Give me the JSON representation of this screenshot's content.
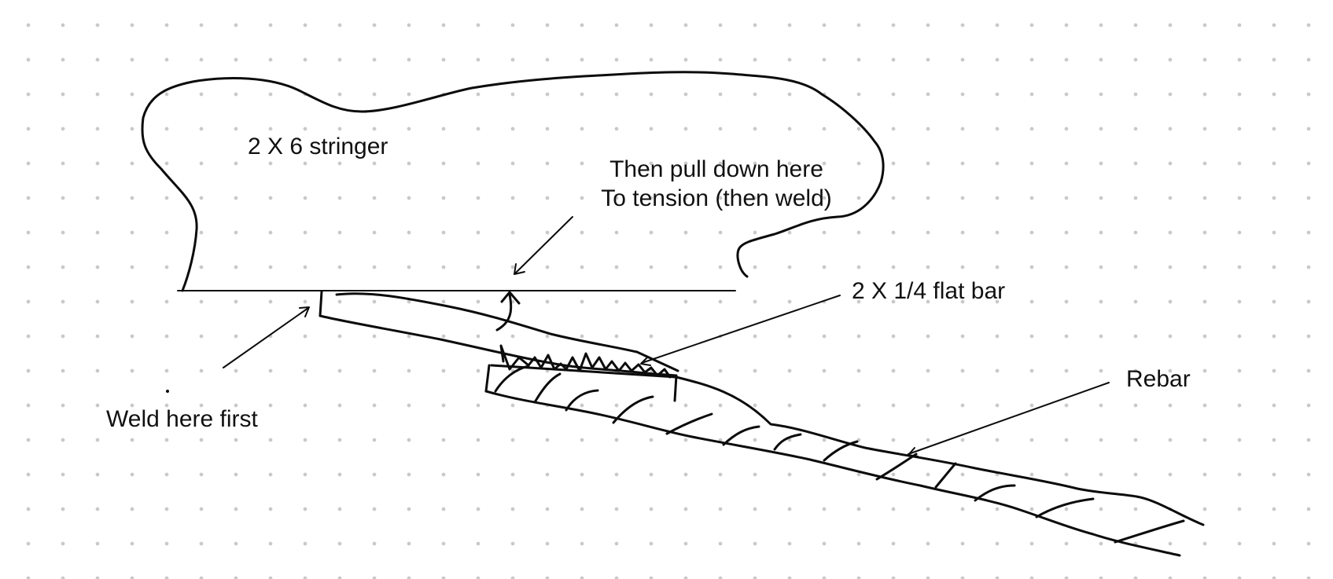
{
  "labels": {
    "stringer": "2 X 6 stringer",
    "pull_line1": "Then pull down here",
    "pull_line2": "To tension (then weld)",
    "flat_bar": "2 X 1/4 flat bar",
    "rebar": "Rebar",
    "weld_first": "Weld here first"
  },
  "colors": {
    "ink": "#0c0c0c",
    "grid_dot": "#c9c9c9",
    "background": "#ffffff"
  }
}
